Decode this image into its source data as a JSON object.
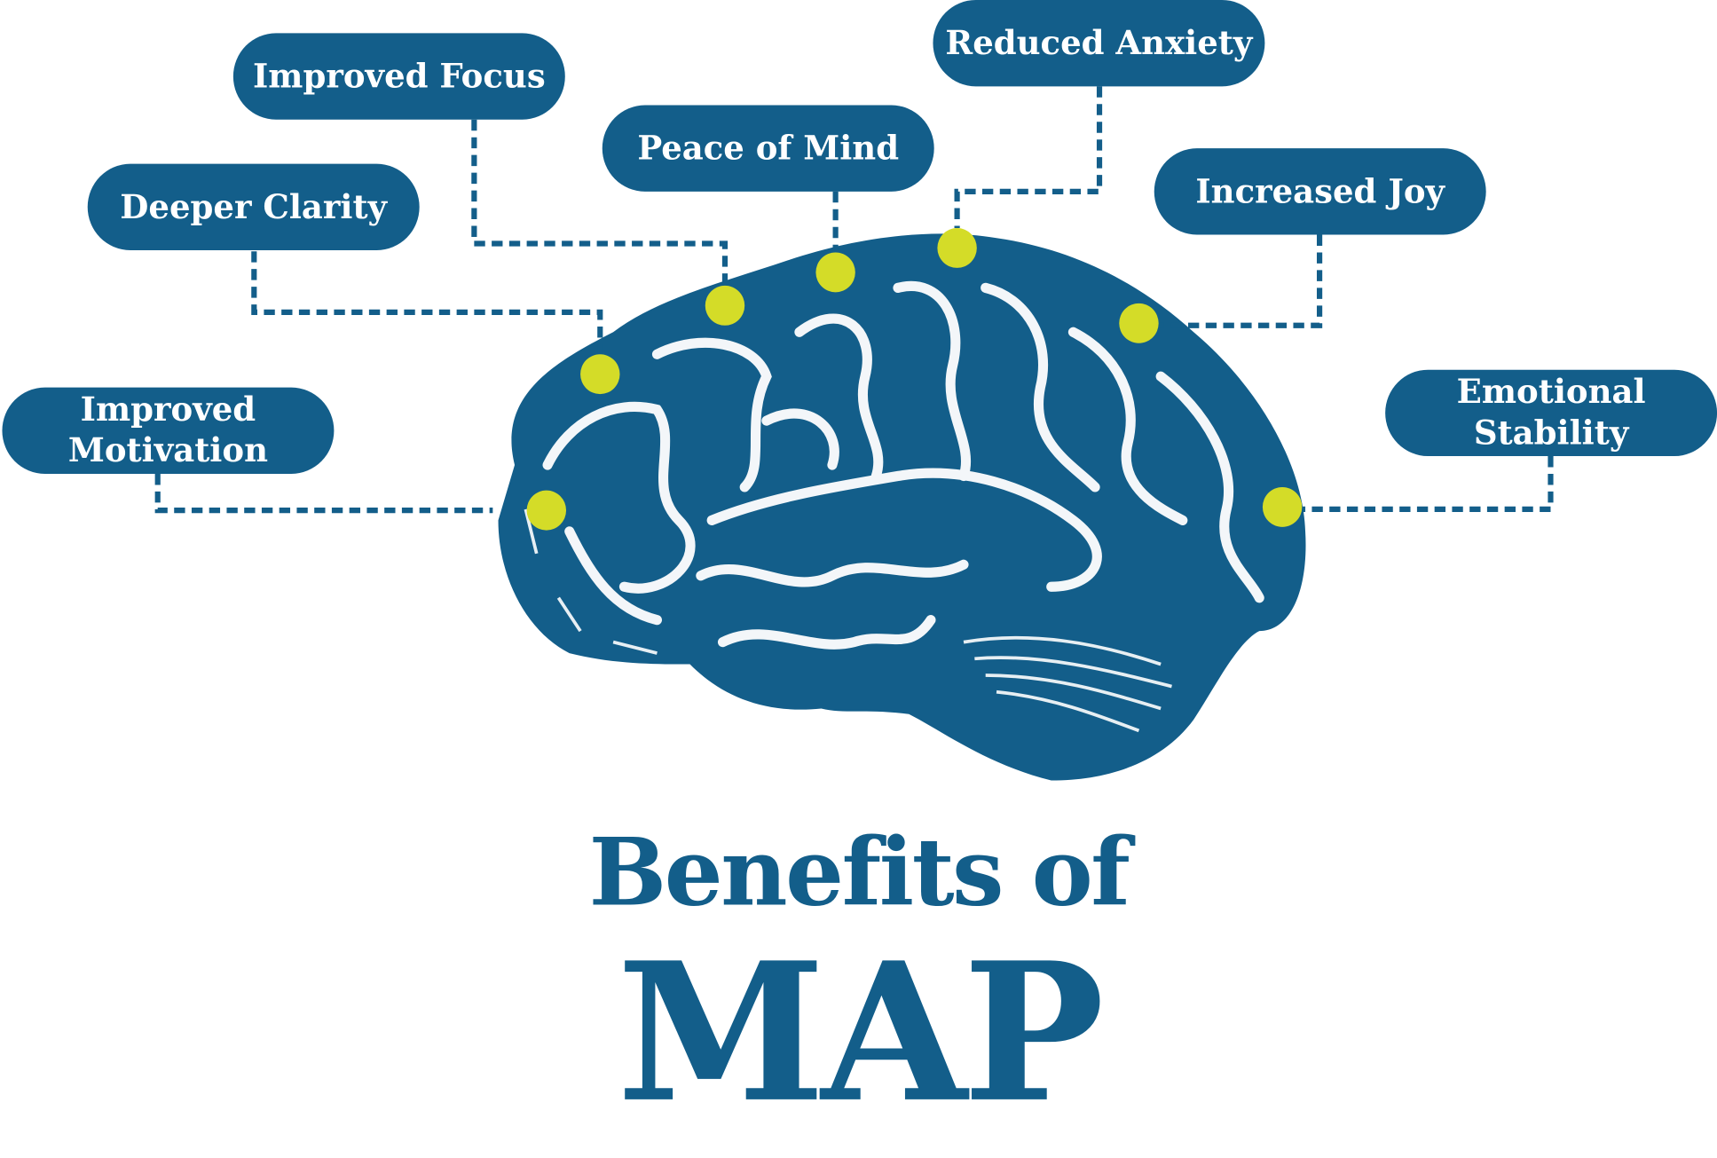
{
  "benefits": [
    {
      "label": "Improved Focus"
    },
    {
      "label": "Reduced Anxiety"
    },
    {
      "label": "Peace of Mind"
    },
    {
      "label": "Deeper Clarity"
    },
    {
      "label": "Increased Joy"
    },
    {
      "label": "Improved Motivation",
      "line1": "Improved",
      "line2": "Motivation"
    },
    {
      "label": "Emotional Stability",
      "line1": "Emotional",
      "line2": "Stability"
    }
  ],
  "title": {
    "line1": "Benefits of",
    "line2": "MAP"
  },
  "colors": {
    "primary": "#135e8a",
    "dot": "#d4dc28",
    "background": "#ffffff"
  },
  "icons": [
    "brain-illustration"
  ]
}
